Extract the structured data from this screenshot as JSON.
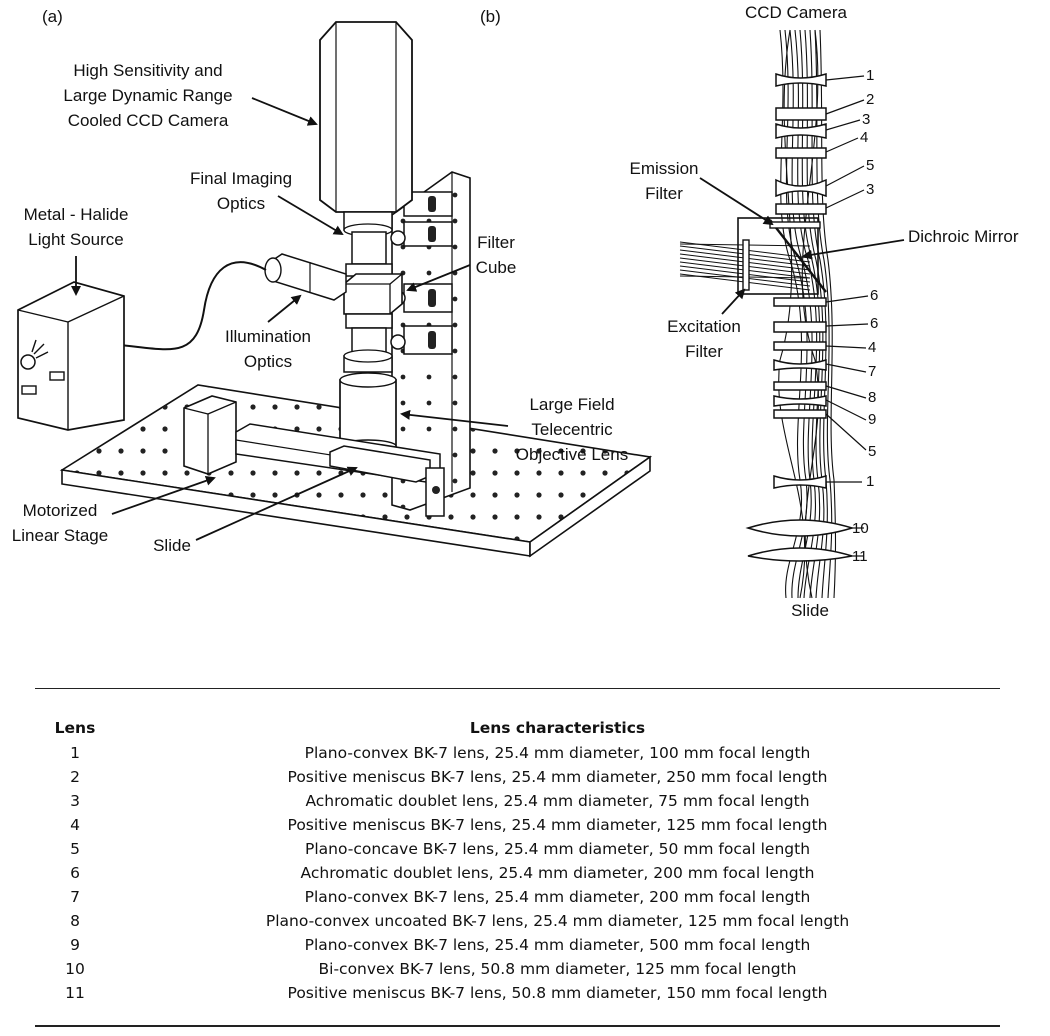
{
  "panel_a": {
    "label": "(a)",
    "camera": [
      "High Sensitivity and",
      "Large Dynamic Range",
      "Cooled CCD Camera"
    ],
    "final_imaging": [
      "Final Imaging",
      "Optics"
    ],
    "light_source": [
      "Metal - Halide",
      "Light Source"
    ],
    "filter_cube": [
      "Filter",
      "Cube"
    ],
    "illumination": [
      "Illumination",
      "Optics"
    ],
    "objective": [
      "Large Field",
      "Telecentric",
      "Objective Lens"
    ],
    "stage": [
      "Motorized",
      "Linear Stage"
    ],
    "slide": "Slide"
  },
  "panel_b": {
    "label": "(b)",
    "ccd": "CCD Camera",
    "emission": [
      "Emission",
      "Filter"
    ],
    "dichroic": "Dichroic Mirror",
    "excitation": [
      "Excitation",
      "Filter"
    ],
    "slide": "Slide",
    "lens_numbers": [
      "1",
      "2",
      "3",
      "4",
      "5",
      "3",
      "6",
      "6",
      "4",
      "7",
      "8",
      "9",
      "5",
      "1",
      "10",
      "11"
    ]
  },
  "table": {
    "header_lens": "Lens",
    "header_char": "Lens characteristics",
    "rows": [
      {
        "lens": "1",
        "desc": "Plano-convex BK-7 lens, 25.4 mm diameter, 100 mm focal length"
      },
      {
        "lens": "2",
        "desc": "Positive meniscus BK-7 lens, 25.4 mm diameter, 250 mm focal length"
      },
      {
        "lens": "3",
        "desc": "Achromatic doublet lens, 25.4 mm diameter, 75 mm focal length"
      },
      {
        "lens": "4",
        "desc": "Positive meniscus BK-7 lens, 25.4 mm diameter, 125 mm focal length"
      },
      {
        "lens": "5",
        "desc": "Plano-concave BK-7 lens, 25.4 mm diameter, 50 mm focal length"
      },
      {
        "lens": "6",
        "desc": "Achromatic doublet lens, 25.4 mm diameter, 200 mm focal length"
      },
      {
        "lens": "7",
        "desc": "Plano-convex BK-7 lens, 25.4 mm diameter, 200 mm focal length"
      },
      {
        "lens": "8",
        "desc": "Plano-convex uncoated BK-7 lens, 25.4 mm diameter, 125 mm focal length"
      },
      {
        "lens": "9",
        "desc": "Plano-convex BK-7 lens, 25.4 mm diameter, 500 mm focal length"
      },
      {
        "lens": "10",
        "desc": "Bi-convex BK-7 lens, 50.8 mm diameter, 125 mm focal length"
      },
      {
        "lens": "11",
        "desc": "Positive meniscus BK-7 lens, 50.8 mm diameter, 150 mm focal length"
      }
    ]
  }
}
